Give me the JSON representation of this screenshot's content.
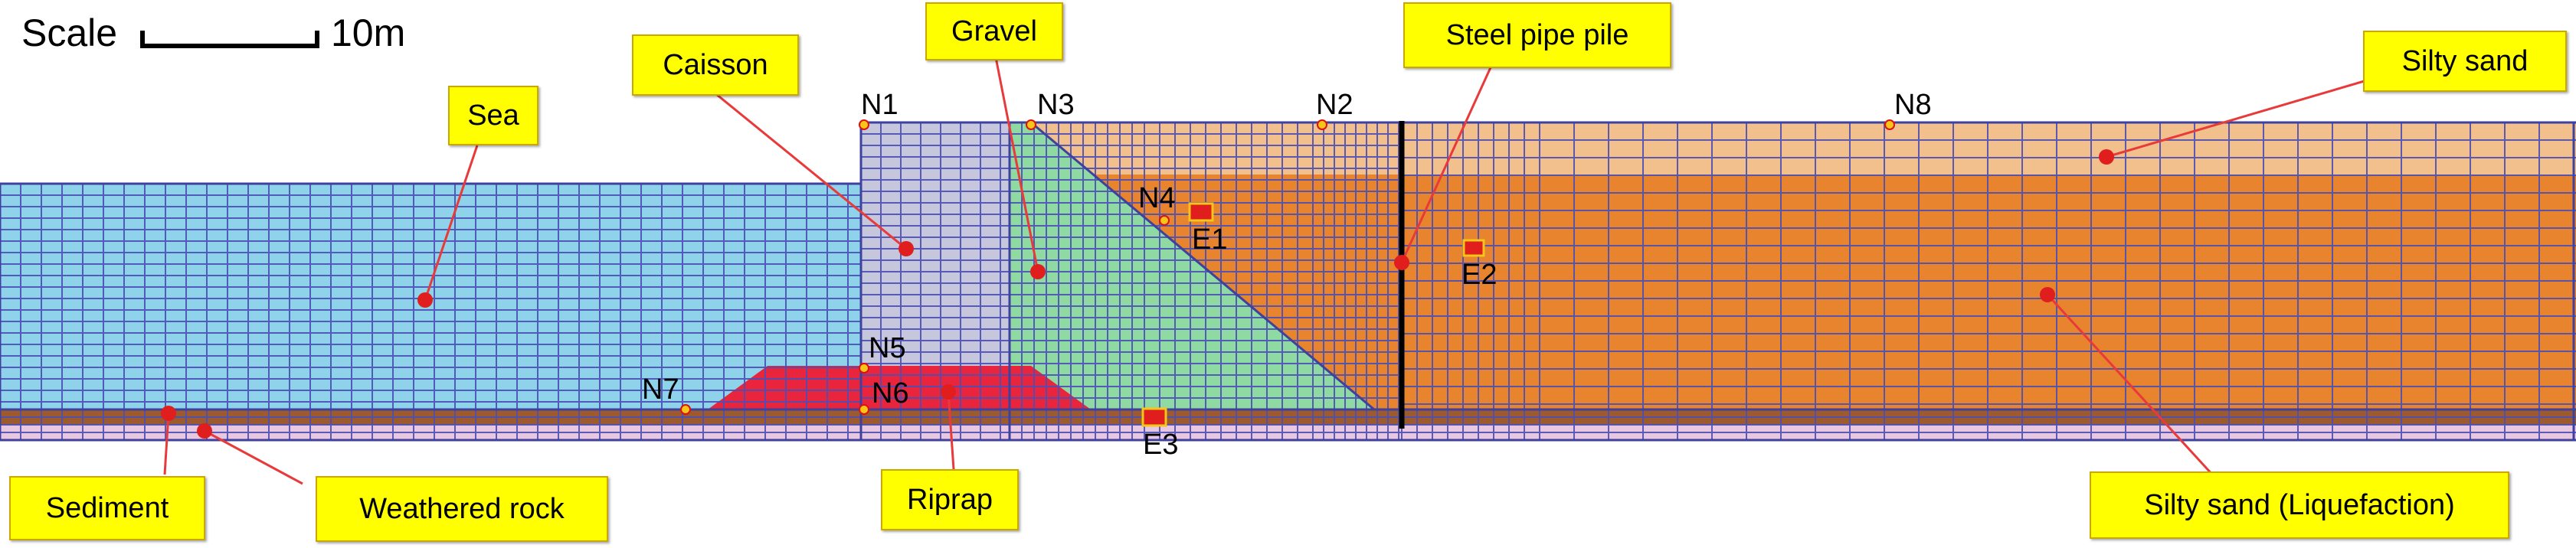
{
  "scale": {
    "label": "Scale",
    "length": "10m"
  },
  "callouts": {
    "sea": "Sea",
    "caisson": "Caisson",
    "gravel": "Gravel",
    "steel_pipe_pile": "Steel pipe pile",
    "silty_sand": "Silty sand",
    "sediment": "Sediment",
    "weathered_rock": "Weathered rock",
    "riprap": "Riprap",
    "silty_sand_liquefaction": "Silty sand  (Liquefaction)"
  },
  "nodes": {
    "n1": "N1",
    "n2": "N2",
    "n3": "N3",
    "n4": "N4",
    "n5": "N5",
    "n6": "N6",
    "n7": "N7",
    "n8": "N8"
  },
  "elements": {
    "e1": "E1",
    "e2": "E2",
    "e3": "E3"
  },
  "colors": {
    "sea": "#8fd3ea",
    "caisson": "#c6c6dc",
    "gravel": "#8fd9a3",
    "silty_sand_top": "#f2c08c",
    "silty_sand_liquefaction": "#e8832e",
    "riprap": "#e8253d",
    "sediment": "#9c5a2e",
    "weathered_rock": "#e8c7e0",
    "mesh": "#4b4fb5",
    "callout_fill": "#ffff00",
    "pointer": "#e83a3a"
  }
}
